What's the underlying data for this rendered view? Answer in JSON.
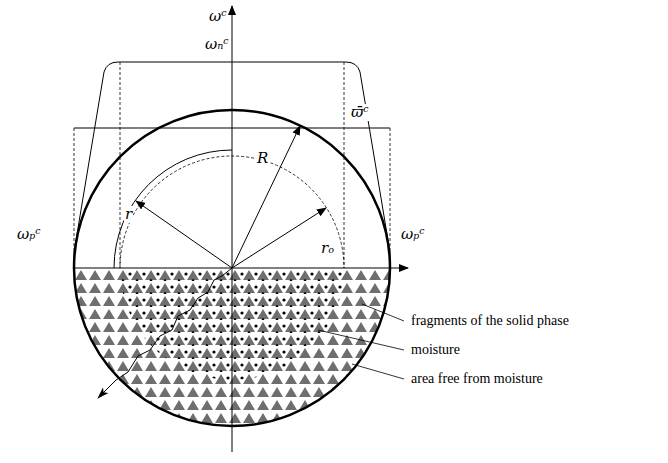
{
  "diagram": {
    "labels": [
      "ωᶜ",
      "ωₙᶜ",
      "ϖ̄ᶜ",
      "ωₚᶜ",
      "ωₚᶜ",
      "r",
      "R",
      "rₒ",
      "fragments of the solid phase",
      "moisture",
      "area free from moisture"
    ]
  }
}
